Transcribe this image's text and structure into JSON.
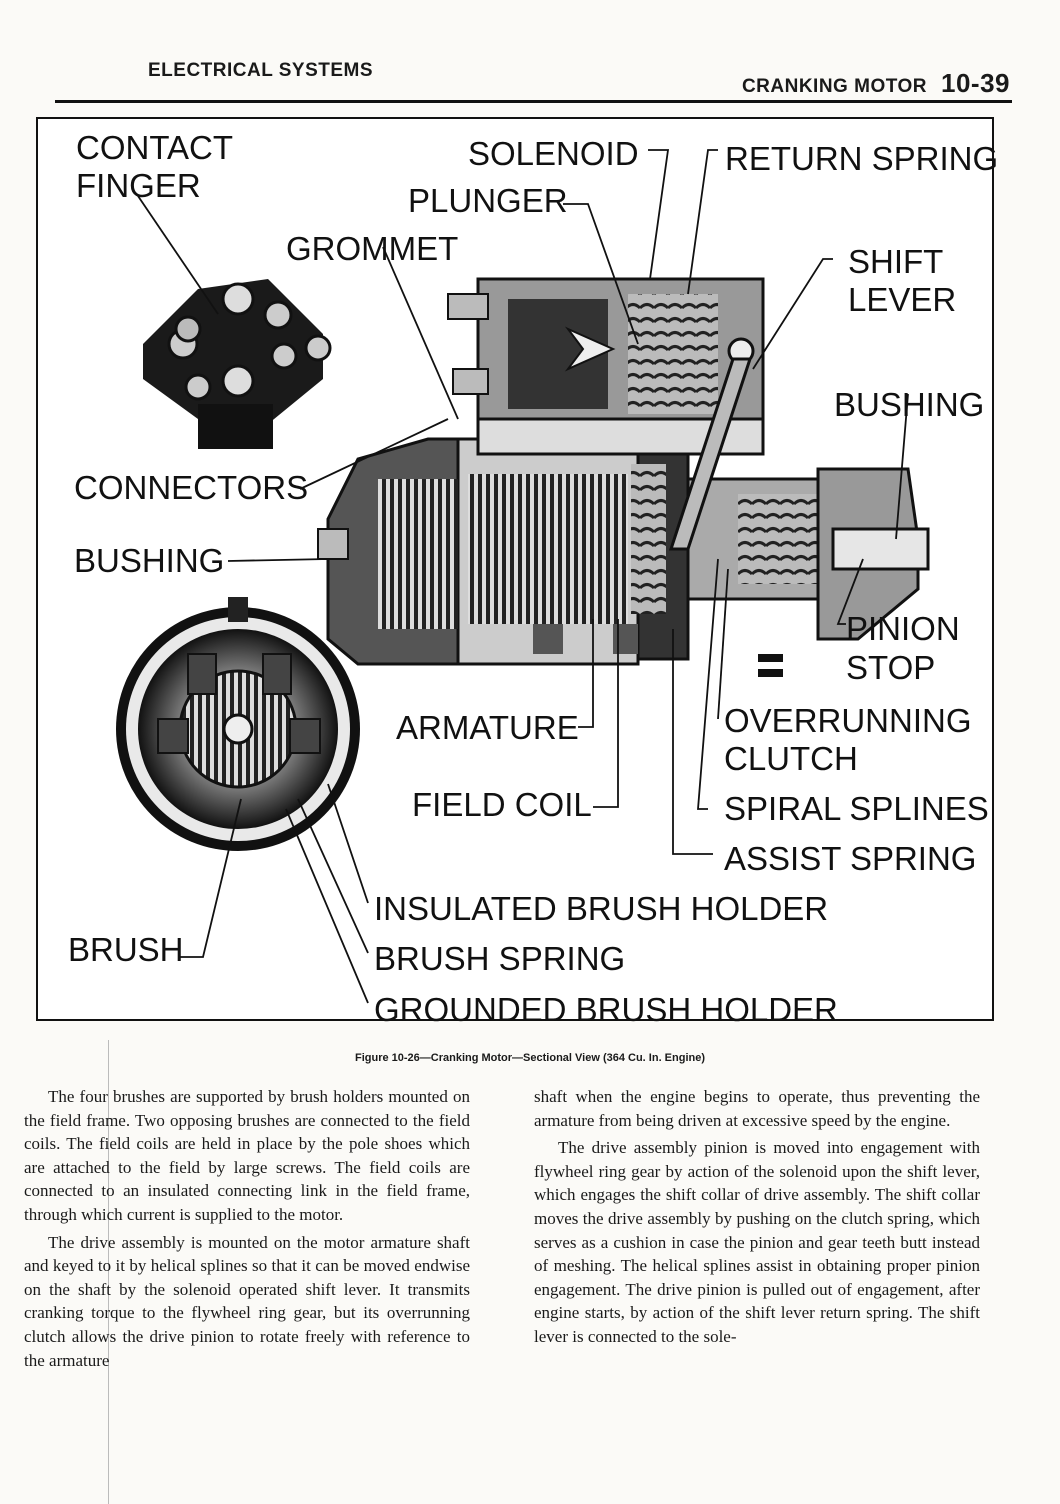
{
  "header": {
    "section": "ELECTRICAL SYSTEMS",
    "topic": "CRANKING MOTOR",
    "page_number": "10-39"
  },
  "figure": {
    "labels": {
      "contact_finger_1": "CONTACT",
      "contact_finger_2": "FINGER",
      "solenoid": "SOLENOID",
      "return_spring": "RETURN SPRING",
      "plunger": "PLUNGER",
      "grommet": "GROMMET",
      "shift_lever_1": "SHIFT",
      "shift_lever_2": "LEVER",
      "bushing_right": "BUSHING",
      "connectors": "CONNECTORS",
      "bushing_left": "BUSHING",
      "pinion_stop_1": "PINION",
      "pinion_stop_2": "STOP",
      "armature": "ARMATURE",
      "overrunning_clutch_1": "OVERRUNNING",
      "overrunning_clutch_2": "CLUTCH",
      "field_coil": "FIELD COIL",
      "spiral_splines": "SPIRAL SPLINES",
      "assist_spring": "ASSIST SPRING",
      "insulated_brush_holder": "INSULATED BRUSH HOLDER",
      "brush": "BRUSH",
      "brush_spring": "BRUSH SPRING",
      "grounded_brush_holder": "GROUNDED BRUSH HOLDER"
    },
    "caption": "Figure 10-26—Cranking Motor—Sectional View (364 Cu. In. Engine)"
  },
  "body": {
    "left_p1": "The four brushes are supported by brush holders mounted on the field frame. Two opposing brushes are connected to the field coils. The field coils are held in place by the pole shoes which are attached to the field by large screws. The field coils are connected to an insulated connecting link in the field frame, through which current is supplied to the motor.",
    "left_p2": "The drive assembly is mounted on the motor armature shaft and keyed to it by helical splines so that it can be moved endwise on the shaft by the solenoid operated shift lever. It transmits cranking torque to the flywheel ring gear, but its overrunning clutch allows the drive pinion to rotate freely with reference to the armature",
    "right_p1": "shaft when the engine begins to operate, thus preventing the armature from being driven at excessive speed by the engine.",
    "right_p2": "The drive assembly pinion is moved into engagement with flywheel ring gear by action of the solenoid upon the shift lever, which engages the shift collar of drive assembly. The shift collar moves the drive assembly by pushing on the clutch spring, which serves as a cushion in case the pinion and gear teeth butt instead of meshing. The helical splines assist in obtaining proper pinion engagement. The drive pinion is pulled out of engagement, after engine starts, by action of the shift lever return spring. The shift lever is connected to the sole-"
  }
}
